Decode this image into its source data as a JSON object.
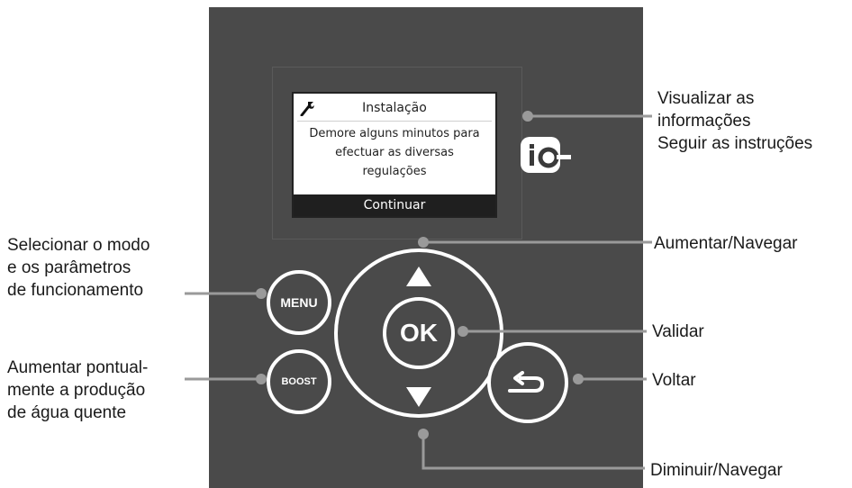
{
  "screen": {
    "title": "Instalação",
    "message_lines": [
      "Demore alguns minutos para",
      "efectuar as diversas",
      "regulações"
    ],
    "button": "Continuar"
  },
  "logo": "io",
  "buttons": {
    "menu": "MENU",
    "boost": "BOOST",
    "ok": "OK"
  },
  "icons": [
    "wrench-icon",
    "up-arrow-icon",
    "down-arrow-icon",
    "return-arrow-icon"
  ],
  "labels": {
    "display": [
      "Visualizar as",
      "informações",
      "Seguir as instruções"
    ],
    "increase": "Aumentar/Navegar",
    "validate": "Validar",
    "back": "Voltar",
    "decrease": "Diminuir/Navegar",
    "menu": [
      "Selecionar o modo",
      "e os parâmetros",
      "de funcionamento"
    ],
    "boost": [
      "Aumentar pontual-",
      "mente a produção",
      "de água quente"
    ]
  }
}
